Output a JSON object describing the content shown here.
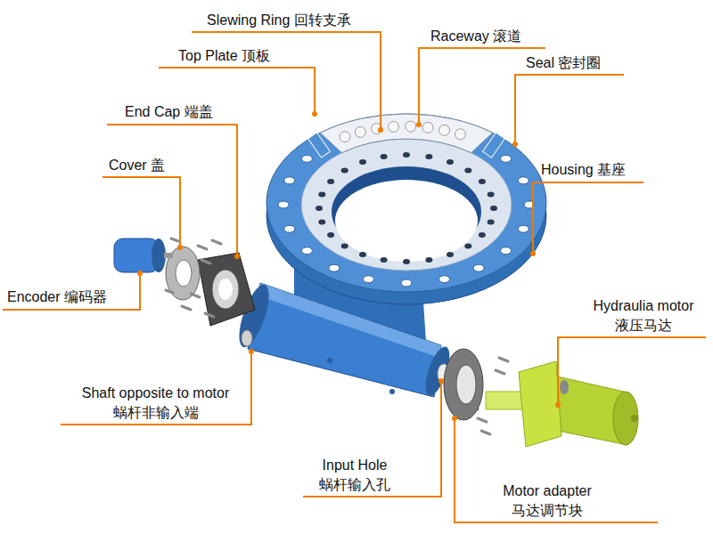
{
  "diagram": {
    "labels": [
      "Slewing Ring 回转支承",
      "Top Plate 顶板",
      "Raceway 滚道",
      "Seal 密封圈",
      "End Cap 端盖",
      "Cover 盖",
      "Housing 基座",
      "Encoder 编码器",
      "Hydraulia motor 液压马达",
      "Shaft opposite to motor 蜗杆非输入端",
      "Input Hole 蜗杆输入孔",
      "Motor adapter 马达调节块"
    ]
  }
}
